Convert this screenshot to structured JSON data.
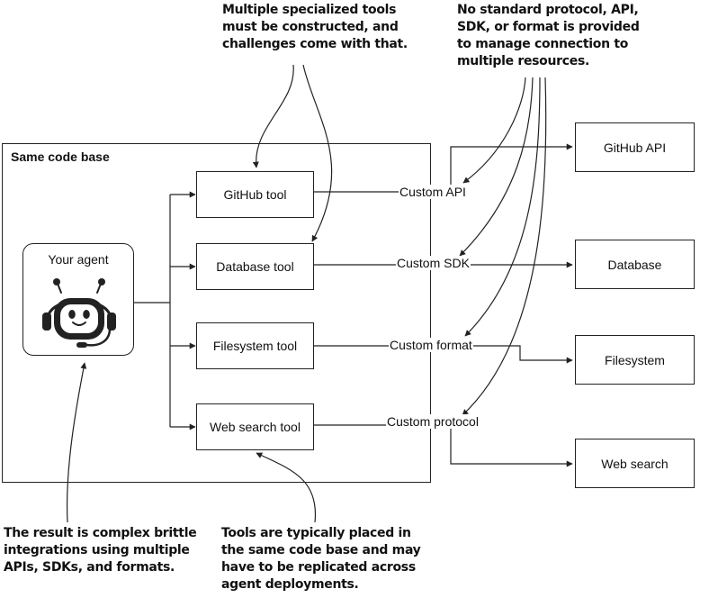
{
  "code_base_label": "Same code base",
  "agent": {
    "label": "Your agent",
    "icon": "robot-headset-icon"
  },
  "tools": [
    {
      "label": "GitHub tool"
    },
    {
      "label": "Database tool"
    },
    {
      "label": "Filesystem tool"
    },
    {
      "label": "Web search tool"
    }
  ],
  "resources": [
    {
      "label": "GitHub API"
    },
    {
      "label": "Database"
    },
    {
      "label": "Filesystem"
    },
    {
      "label": "Web search"
    }
  ],
  "connections": [
    {
      "label": "Custom API"
    },
    {
      "label": "Custom SDK"
    },
    {
      "label": "Custom format"
    },
    {
      "label": "Custom protocol"
    }
  ],
  "annotations": {
    "top_middle": [
      "Multiple specialized tools",
      "must be constructed, and",
      "challenges come with that."
    ],
    "top_right": [
      "No standard protocol, API,",
      "SDK, or format is provided",
      "to manage connection to",
      "multiple resources."
    ],
    "bottom_left": [
      "The result is complex brittle",
      "integrations using multiple",
      "APIs, SDKs, and formats."
    ],
    "bottom_middle": [
      "Tools are typically placed in",
      "the same code base and may",
      "have to be replicated across",
      "agent deployments."
    ]
  }
}
